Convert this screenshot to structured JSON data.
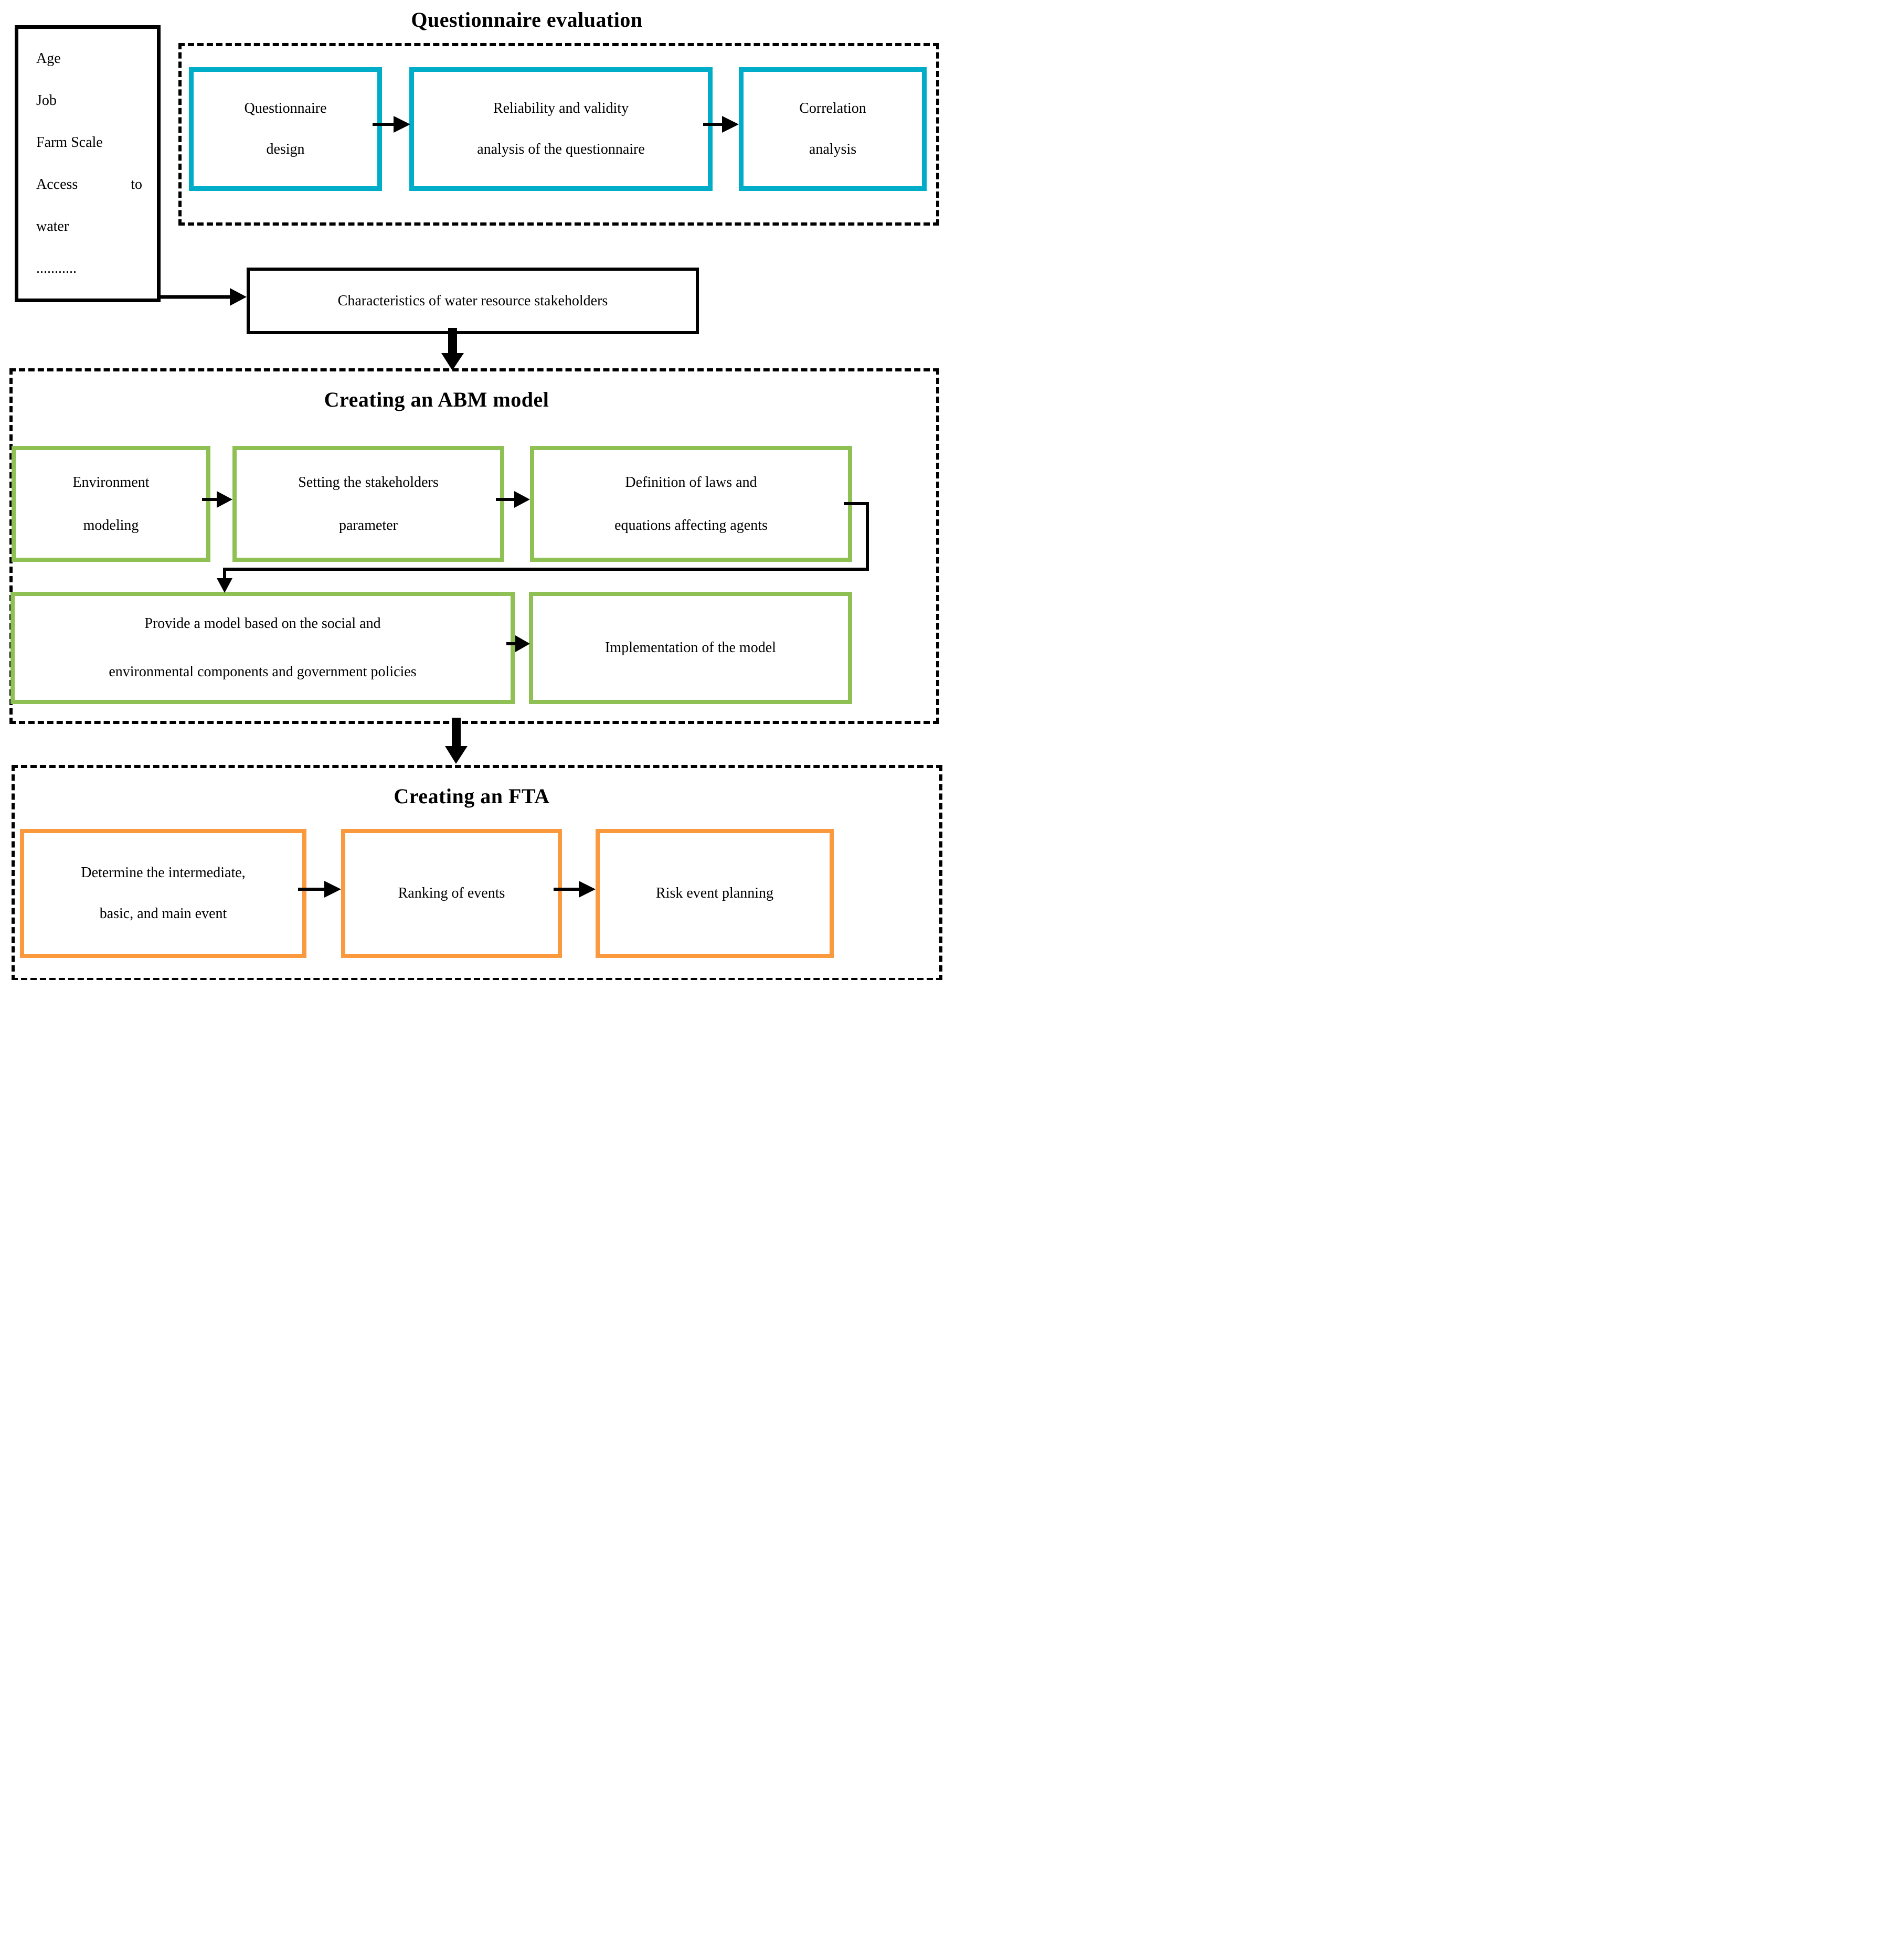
{
  "colors": {
    "cyan": "#00ADC9",
    "green": "#8EC054",
    "orange": "#FB993F",
    "line": "#000000"
  },
  "left_box": {
    "line1": "Age",
    "line2": "Job",
    "line3": "Farm Scale",
    "line4_left": "Access",
    "line4_right": "to",
    "line5": "water",
    "line6": "..........."
  },
  "eval": {
    "title": "Questionnaire evaluation",
    "box1": {
      "l1": "Questionnaire",
      "l2": "design"
    },
    "box2": {
      "l1": "Reliability and validity",
      "l2": "analysis of the questionnaire"
    },
    "box3": {
      "l1": "Correlation",
      "l2": "analysis"
    }
  },
  "characteristics": {
    "label": "Characteristics of water resource stakeholders"
  },
  "abm": {
    "title": "Creating an ABM model",
    "box1": {
      "l1": "Environment",
      "l2": "modeling"
    },
    "box2": {
      "l1": "Setting the stakeholders",
      "l2": "parameter"
    },
    "box3": {
      "l1": "Definition of laws and",
      "l2": "equations affecting agents"
    },
    "box4": {
      "l1": "Provide a model based on the social and",
      "l2": "environmental components and government policies"
    },
    "box5": {
      "l1": "Implementation of the model"
    }
  },
  "fta": {
    "title": "Creating an FTA",
    "box1": {
      "l1": "Determine the intermediate,",
      "l2": "basic, and main event"
    },
    "box2": {
      "l1": "Ranking of events"
    },
    "box3": {
      "l1": "Risk event planning"
    }
  }
}
